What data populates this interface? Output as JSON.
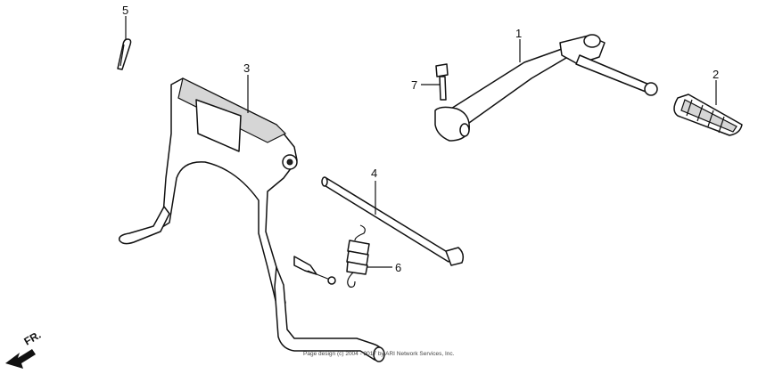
{
  "callouts": {
    "p1": "1",
    "p2": "2",
    "p3": "3",
    "p4": "4",
    "p5": "5",
    "p6": "6",
    "p7": "7"
  },
  "direction_label": "FR.",
  "copyright": "Page design (c) 2004 - 2017 by ARI Network Services, Inc."
}
